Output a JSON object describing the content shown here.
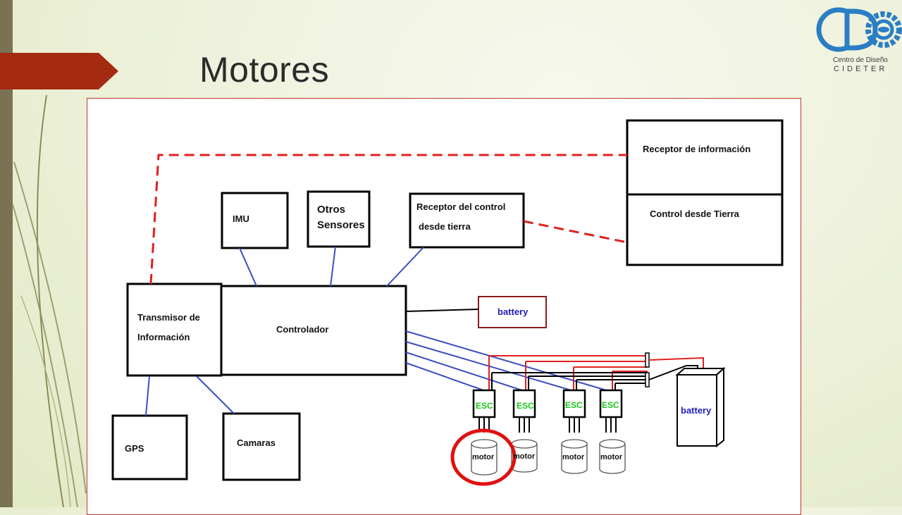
{
  "slide": {
    "title": "Motores"
  },
  "logo": {
    "line1": "Centro de Diseño",
    "line2": "CIDETER"
  },
  "diagram": {
    "receptor_info": "Receptor de información",
    "control_tierra": "Control desde Tierra",
    "imu": "IMU",
    "otros_1": "Otros",
    "otros_2": "Sensores",
    "receptor_control_1": "Receptor del control",
    "receptor_control_2": "desde tierra",
    "transmisor_1": "Transmisor de",
    "transmisor_2": "Información",
    "controlador": "Controlador",
    "battery_small": "battery",
    "battery_large": "battery",
    "esc": [
      "ESC",
      "ESC",
      "ESC",
      "ESC"
    ],
    "motor": [
      "motor",
      "motor",
      "motor",
      "motor"
    ],
    "gps": "GPS",
    "camaras": "Camaras"
  },
  "colors": {
    "accent": "#a52a12",
    "dashed_link": "#e02020",
    "data_link": "#3a4fc0",
    "esc_text": "#19c919",
    "highlight": "#e01010"
  }
}
